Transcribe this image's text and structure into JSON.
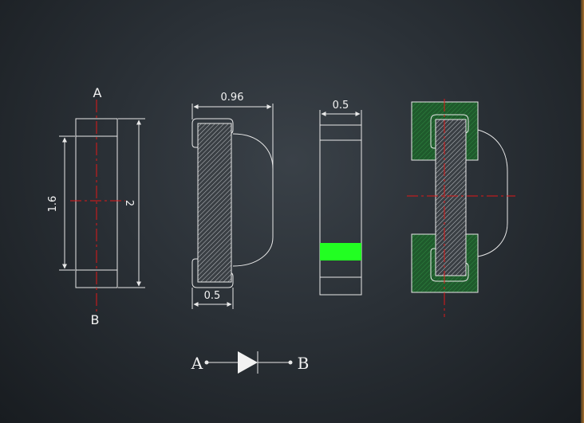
{
  "view1": {
    "label_top": "A",
    "label_bottom": "B",
    "dim_left": "1.6",
    "dim_right": "2"
  },
  "view2": {
    "dim_top": "0.96",
    "dim_bottom": "0.5"
  },
  "view3": {
    "dim_top": "0.5"
  },
  "symbol": {
    "anode_label": "A",
    "cathode_label": "B"
  },
  "colors": {
    "outline": "#e8e8e8",
    "centerline": "#e01818",
    "polarity_band": "#22ff22",
    "solder_pad": "#1f5a2c"
  }
}
